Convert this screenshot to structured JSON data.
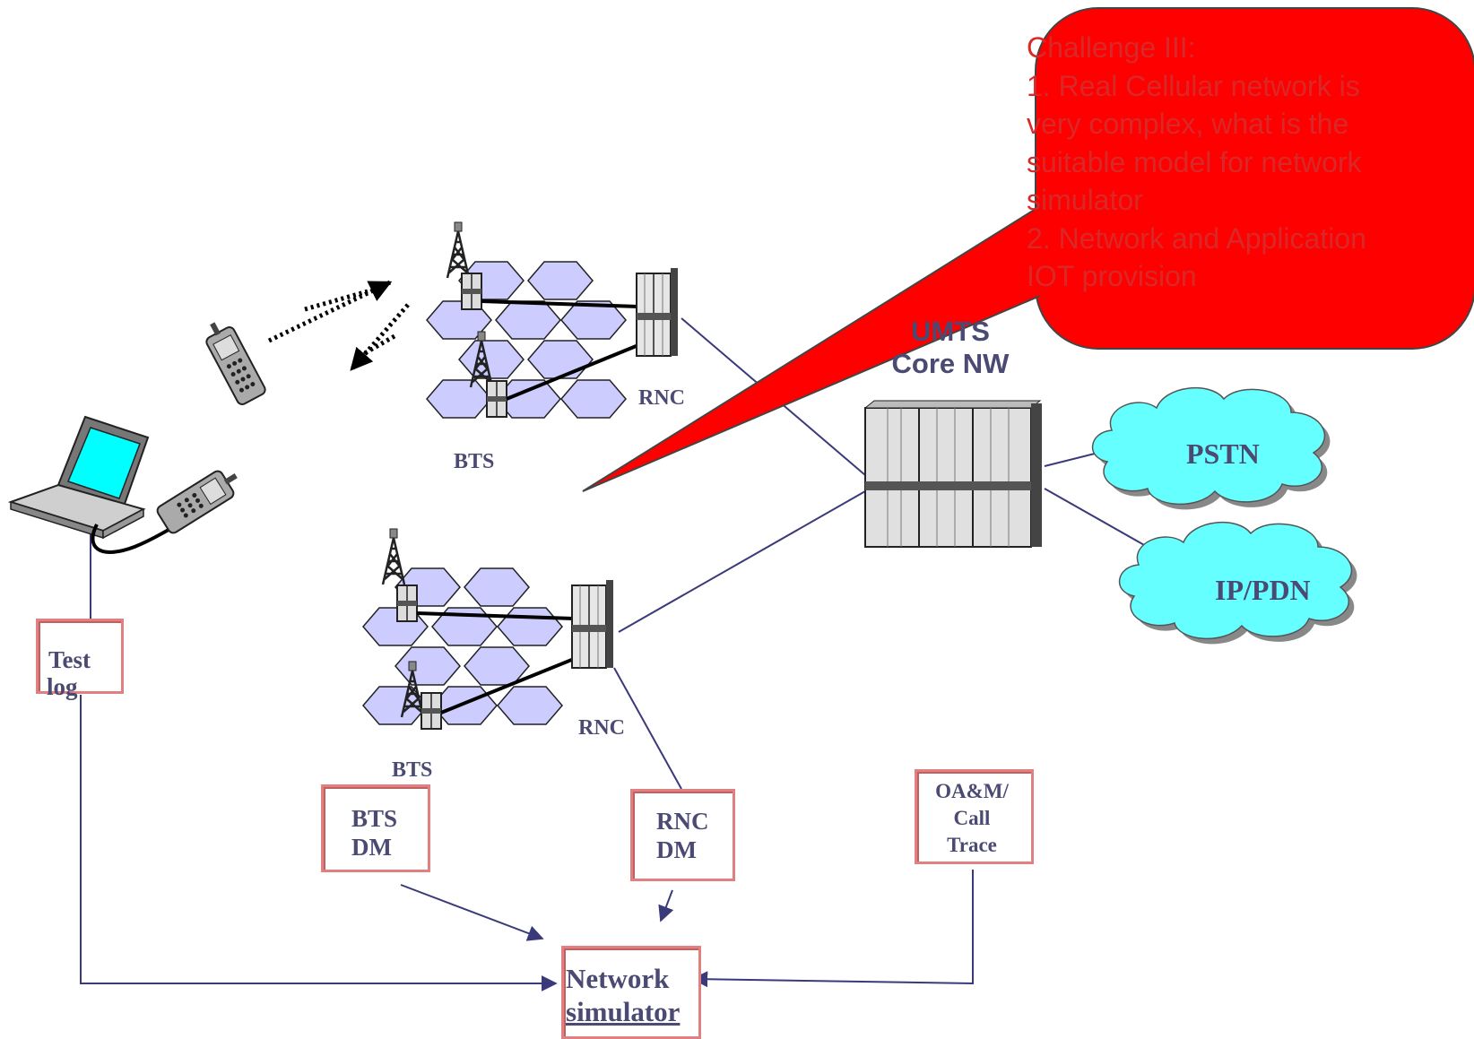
{
  "callout": {
    "lines": [
      "Challenge III:",
      "1. Real Cellular network is",
      "very complex, what is the",
      "suitable model for network",
      "simulator",
      "2. Network and Application",
      "IOT provision"
    ],
    "fill_color": "#ff0000",
    "text_color": "#d92828"
  },
  "core": {
    "line1": "UMTS",
    "line2": "Core NW"
  },
  "clouds": {
    "pstn": "PSTN",
    "ippdn": "IP/PDN",
    "color": "#66ffff"
  },
  "labels": {
    "rnc_top": "RNC",
    "bts_top": "BTS",
    "rnc_bottom": "RNC",
    "bts_bottom": "BTS"
  },
  "boxes": {
    "test_log": {
      "line1": "Test",
      "line2": "log"
    },
    "bts_dm": {
      "line1": "BTS",
      "line2": "DM"
    },
    "rnc_dm": {
      "line1": "RNC",
      "line2": "DM"
    },
    "oam": {
      "line1": "OA&M/",
      "line2": "Call",
      "line3": "Trace"
    },
    "network_simulator": {
      "line1": "Network",
      "line2": "simulator"
    }
  },
  "colors": {
    "hex_cell": "#ccccff",
    "line": "#3a3a7a",
    "box_border": "#e08080"
  }
}
